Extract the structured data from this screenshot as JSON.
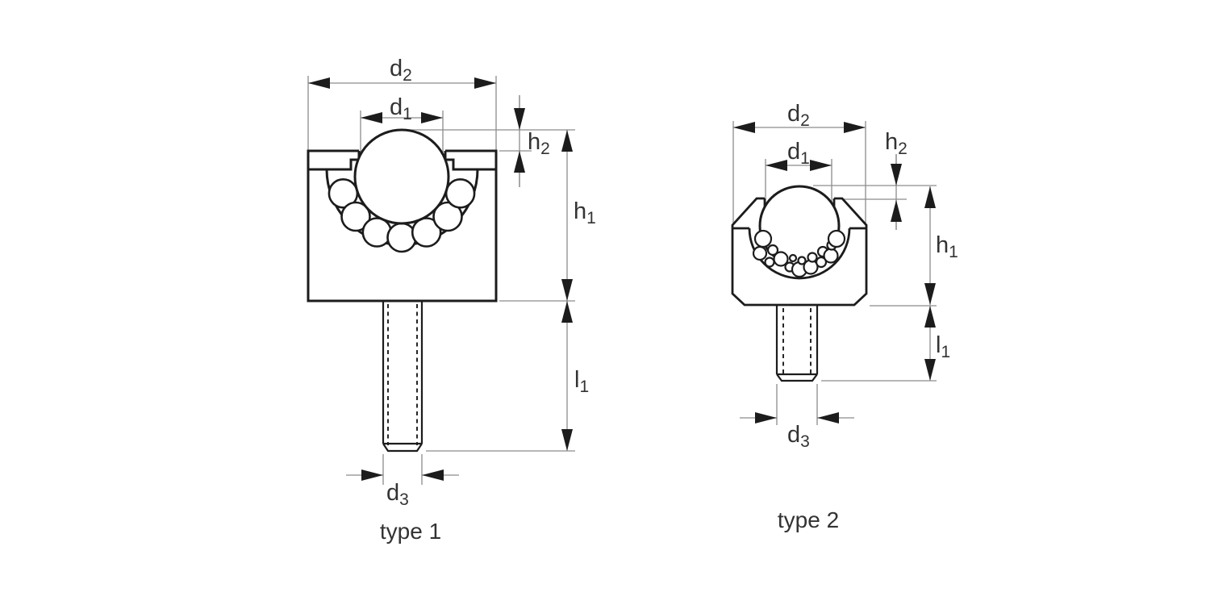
{
  "drawing": {
    "type1": {
      "caption": "type 1",
      "labels": {
        "d2": {
          "base": "d",
          "sub": "2"
        },
        "d1": {
          "base": "d",
          "sub": "1"
        },
        "h2": {
          "base": "h",
          "sub": "2"
        },
        "h1": {
          "base": "h",
          "sub": "1"
        },
        "l1": {
          "base": "l",
          "sub": "1"
        },
        "d3": {
          "base": "d",
          "sub": "3"
        }
      }
    },
    "type2": {
      "caption": "type 2",
      "labels": {
        "d2": {
          "base": "d",
          "sub": "2"
        },
        "d1": {
          "base": "d",
          "sub": "1"
        },
        "h2": {
          "base": "h",
          "sub": "2"
        },
        "h1": {
          "base": "h",
          "sub": "1"
        },
        "l1": {
          "base": "l",
          "sub": "1"
        },
        "d3": {
          "base": "d",
          "sub": "3"
        }
      }
    }
  },
  "colors": {
    "background": "#ffffff",
    "outline": "#1c1c1c",
    "dimension_line": "#8c8c8c",
    "arrowhead": "#1c1c1c",
    "text": "#333333"
  }
}
